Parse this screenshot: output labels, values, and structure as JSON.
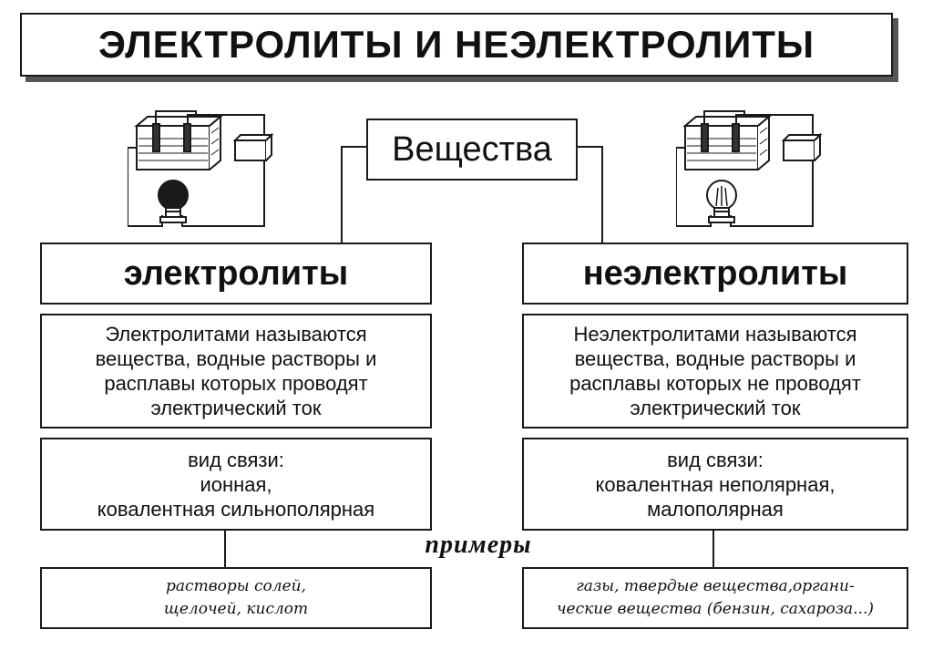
{
  "title": "ЭЛЕКТРОЛИТЫ И НЕЭЛЕКТРОЛИТЫ",
  "center": "Вещества",
  "electrolytes": {
    "heading": "электролиты",
    "definition": [
      "Электролитами называются",
      "вещества,  водные растворы и",
      "расплавы которых проводят",
      "электрический ток"
    ],
    "bond": [
      "вид связи:",
      "ионная,",
      "ковалентная сильнополярная"
    ],
    "examples": [
      "растворы солей,",
      "щелочей, кислот"
    ]
  },
  "nonelectrolytes": {
    "heading": "неэлектролиты",
    "definition": [
      "Неэлектролитами называются",
      "вещества,  водные растворы и",
      "расплавы которых не проводят",
      "электрический ток"
    ],
    "bond": [
      "вид связи:",
      "ковалентная неполярная,",
      "малополярная"
    ],
    "examples": [
      "газы, твердые вещества,органи-",
      "ческие вещества (бензин, сахароза...)"
    ]
  },
  "examples_label": "примеры",
  "icons": {
    "left_apparatus": "lit-bulb-circuit-icon",
    "right_apparatus": "unlit-bulb-circuit-icon"
  }
}
